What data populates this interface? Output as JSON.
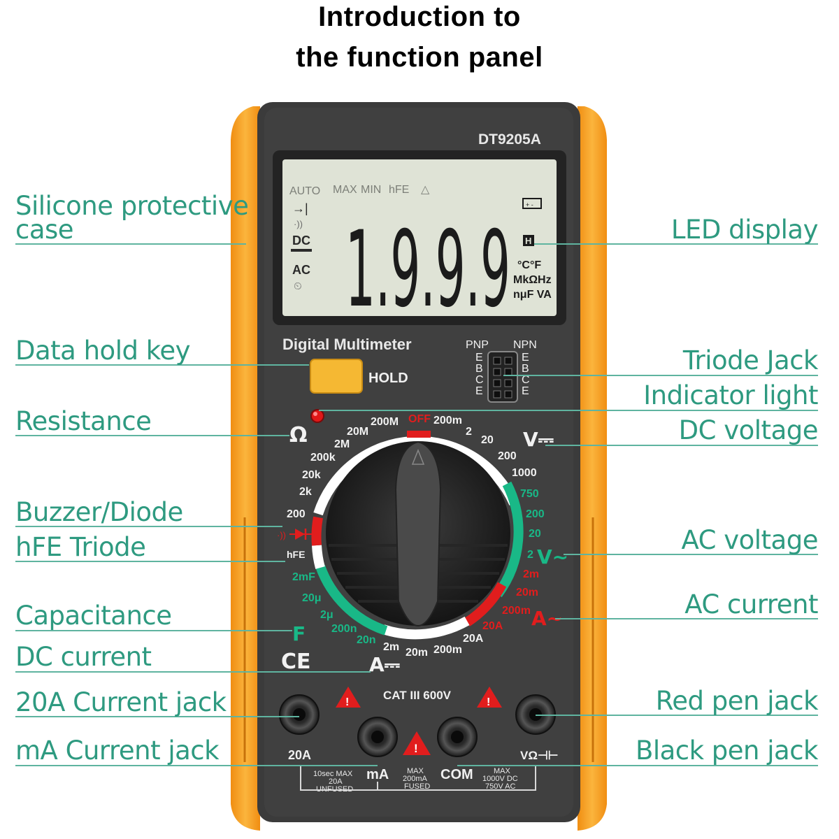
{
  "title_line_1": "Introduction to",
  "title_line_2": "the function panel",
  "callouts_left": {
    "silicone_case_line1": "Silicone protective",
    "silicone_case_line2": "case",
    "data_hold_key": "Data hold key",
    "resistance": "Resistance",
    "buzzer_diode": "Buzzer/Diode",
    "hfe_triode": "hFE Triode",
    "capacitance": "Capacitance",
    "dc_current": "DC current",
    "current_jack_20a": "20A Current jack",
    "ma_current_jack": "mA Current jack"
  },
  "callouts_right": {
    "led_display": "LED display",
    "triode_jack": "Triode Jack",
    "indicator_light": "Indicator light",
    "dc_voltage": "DC voltage",
    "ac_voltage": "AC voltage",
    "ac_current": "AC current",
    "red_pen_jack": "Red pen jack",
    "black_pen_jack": "Black pen jack"
  },
  "meter": {
    "model": "DT9205A",
    "brand_label": "Digital Multimeter",
    "hold_label": "HOLD",
    "pnp_label": "PNP",
    "npn_label": "NPN",
    "ebce": [
      "E",
      "B",
      "C",
      "E"
    ],
    "cat_rating": "CAT III 600V",
    "ce_mark": "CE",
    "lcd": {
      "reading": "1.9.9.9",
      "auto": "AUTO",
      "max": "MAX",
      "min": "MIN",
      "hfe": "hFE",
      "delta": "△",
      "diode": "→|",
      "buzzer": "·))",
      "dc": "DC",
      "ac": "AC",
      "timer": "⏲",
      "battery": "+ -",
      "hold_flag": "H",
      "units_1": "°C°F",
      "units_2": "MkΩHz",
      "units_3": "nμF VA"
    },
    "dial": {
      "off": "OFF",
      "ohm_symbol": "Ω",
      "dcv_symbol": "V⎓",
      "acv_symbol": "V~",
      "aca_symbol": "A~",
      "dca_symbol": "A⎓",
      "cap_symbol": "F",
      "resistance_ranges": [
        "200M",
        "20M",
        "2M",
        "200k",
        "20k",
        "2k",
        "200"
      ],
      "dcv_ranges": [
        "200m",
        "2",
        "20",
        "200",
        "1000"
      ],
      "acv_ranges": [
        "750",
        "200",
        "20",
        "2"
      ],
      "aca_ranges": [
        "2m",
        "20m",
        "200m",
        "20A"
      ],
      "dca_ranges": [
        "2m",
        "20m",
        "200m",
        "20A"
      ],
      "cap_ranges": [
        "2mF",
        "20μ",
        "2μ",
        "200n",
        "20n"
      ],
      "hfe": "hFE"
    },
    "jacks": {
      "a20": "20A",
      "ma": "mA",
      "com": "COM",
      "vohm": "VΩ⊣⊢",
      "note_20a_1": "10sec MAX",
      "note_20a_2": "20A",
      "note_20a_3": "UNFUSED",
      "note_ma_1": "MAX",
      "note_ma_2": "200mA",
      "note_ma_3": "FUSED",
      "note_v_1": "MAX",
      "note_v_2": "1000V DC",
      "note_v_3": "750V AC"
    }
  },
  "colors": {
    "callout": "#2e9a80",
    "case_orange": "#f5a623",
    "body_dark": "#3a3a3a",
    "lcd_bg": "#dfe3d6",
    "green_arc": "#19b887",
    "red_arc": "#e11d1d",
    "hold_yellow": "#f5b833"
  }
}
